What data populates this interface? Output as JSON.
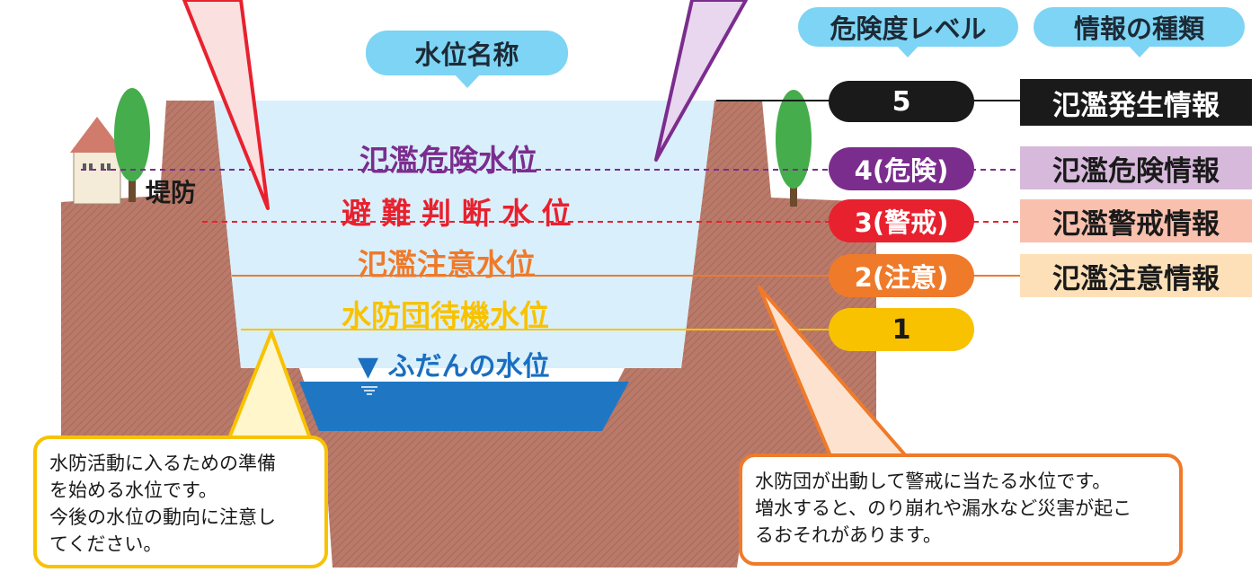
{
  "labels": {
    "water_level_name": "水位名称",
    "danger_level": "危険度レベル",
    "info_type": "情報の種類",
    "levee": "堤防"
  },
  "water_levels": [
    {
      "name": "氾濫危険水位",
      "color": "#7b2d8e"
    },
    {
      "name": "避 難 判 断 水 位",
      "color": "#e8212e"
    },
    {
      "name": "氾濫注意水位",
      "color": "#ef7a2a"
    },
    {
      "name": "水防団待機水位",
      "color": "#f8c200"
    },
    {
      "name": "▼ ふだんの水位",
      "color": "#1a6fc0"
    }
  ],
  "danger_levels": [
    {
      "label": "5",
      "color": "#1a1a1a"
    },
    {
      "label": "4(危険)",
      "color": "#7b2d8e"
    },
    {
      "label": "3(警戒)",
      "color": "#e8212e"
    },
    {
      "label": "2(注意)",
      "color": "#ef7a2a"
    },
    {
      "label": "1",
      "color": "#f8c200"
    }
  ],
  "info_types": [
    {
      "label": "氾濫発生情報",
      "bg": "#1a1a1a",
      "fg": "#ffffff"
    },
    {
      "label": "氾濫危険情報",
      "bg": "#d7b9dc",
      "fg": "#1a1a1a"
    },
    {
      "label": "氾濫警戒情報",
      "bg": "#f8c0ad",
      "fg": "#1a1a1a"
    },
    {
      "label": "氾濫注意情報",
      "bg": "#fde0b8",
      "fg": "#1a1a1a"
    }
  ],
  "callouts": {
    "standby": {
      "lines": [
        "水防活動に入るための準備",
        "を始める水位です。",
        "今後の水位の動向に注意し",
        "てください。"
      ],
      "border": "#f8c200"
    },
    "caution": {
      "lines": [
        "水防団が出動して警戒に当たる水位です。",
        "増水すると、のり崩れや漏水など災害が起こ",
        "るおそれがあります。"
      ],
      "border": "#ef7a2a"
    }
  },
  "colors": {
    "ground": "#b97a6a",
    "ground_dark": "#a8695a",
    "sky_water": "#d9effb",
    "river_water": "#1f77c4",
    "tree": "#45ad4c",
    "house_wall": "#f4ecd8",
    "house_roof": "#d07b6c"
  }
}
